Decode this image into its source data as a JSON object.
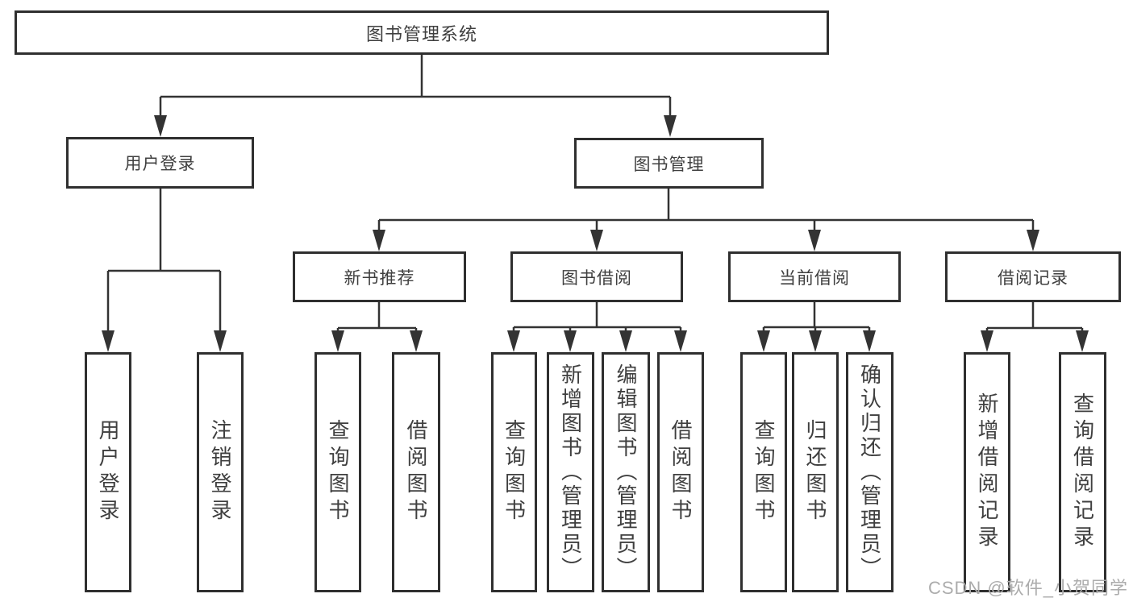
{
  "diagram": {
    "type": "hierarchy-tree",
    "colors": {
      "line": "#333333",
      "border": "#2f2f2f",
      "text": "#3f3f3f",
      "watermark": "#acacac",
      "background": "#ffffff"
    },
    "tree": {
      "root": {
        "label": "图书管理系统",
        "children": [
          {
            "label": "用户登录",
            "children": [
              {
                "label": "用户登录"
              },
              {
                "label": "注销登录"
              }
            ]
          },
          {
            "label": "图书管理",
            "children": [
              {
                "label": "新书推荐",
                "children": [
                  {
                    "label": "查询图书"
                  },
                  {
                    "label": "借阅图书"
                  }
                ]
              },
              {
                "label": "图书借阅",
                "children": [
                  {
                    "label": "查询图书"
                  },
                  {
                    "label": "新增图书（管理员）"
                  },
                  {
                    "label": "编辑图书（管理员）"
                  },
                  {
                    "label": "借阅图书"
                  }
                ]
              },
              {
                "label": "当前借阅",
                "children": [
                  {
                    "label": "查询图书"
                  },
                  {
                    "label": "归还图书"
                  },
                  {
                    "label": "确认归还（管理员）"
                  }
                ]
              },
              {
                "label": "借阅记录",
                "children": [
                  {
                    "label": "新增借阅记录"
                  },
                  {
                    "label": "查询借阅记录"
                  }
                ]
              }
            ]
          }
        ]
      }
    },
    "watermark": {
      "text": "CSDN @软件_小贺同学"
    }
  }
}
